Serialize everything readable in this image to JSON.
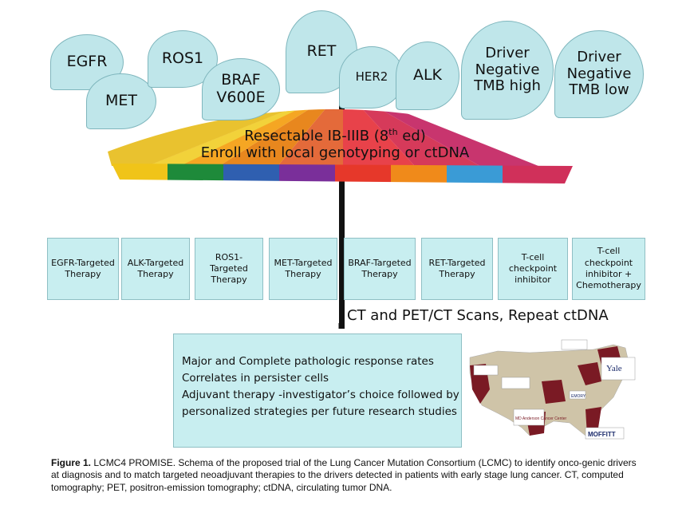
{
  "drops": [
    {
      "id": "egfr",
      "label": "EGFR"
    },
    {
      "id": "met",
      "label": "MET"
    },
    {
      "id": "ros1",
      "label": "ROS1"
    },
    {
      "id": "braf",
      "label": "BRAF V600E"
    },
    {
      "id": "ret",
      "label": "RET"
    },
    {
      "id": "her2",
      "label": "HER2"
    },
    {
      "id": "alk",
      "label": "ALK"
    },
    {
      "id": "tmbhigh",
      "label": "Driver Negative TMB high"
    },
    {
      "id": "tmblow",
      "label": "Driver Negative TMB low"
    }
  ],
  "canopy": {
    "line1_pre": "Resectable IB-IIIB (8",
    "line1_sup": "th",
    "line1_post": " ed)",
    "line2": "Enroll with local genotyping or ctDNA"
  },
  "therapies": [
    "EGFR-Targeted Therapy",
    "ALK-Targeted Therapy",
    "ROS1-Targeted Therapy",
    "MET-Targeted Therapy",
    "BRAF-Targeted Therapy",
    "RET-Targeted Therapy",
    "T-cell checkpoint inhibitor",
    "T-cell checkpoint inhibitor + Chemotherapy"
  ],
  "scan_text": "CT and PET/CT Scans, Repeat ctDNA",
  "response_lines": [
    "Major and Complete pathologic response rates",
    "Correlates  in persister cells",
    "Adjuvant therapy -investigator’s choice followed by",
    "personalized strategies per future research studies"
  ],
  "map_labels": {
    "yale": "Yale",
    "moffitt": "MOFFITT",
    "mdanderson": "MD Anderson Cancer Center",
    "emory": "EMORY"
  },
  "caption": {
    "label": "Figure 1.",
    "text": " LCMC4 PROMISE. Schema of the proposed trial of the Lung Cancer Mutation Consortium (LCMC) to identify onco-genic drivers at diagnosis and to match targeted neoadjuvant therapies to the drivers detected in patients with early stage lung cancer. CT, computed tomography; PET, positron-emission tomography; ctDNA, circulating tumor DNA."
  },
  "colors": {
    "drop_fill": "#bfe6ea",
    "box_fill": "#c8eef0",
    "map_state": "#7a1a24"
  }
}
